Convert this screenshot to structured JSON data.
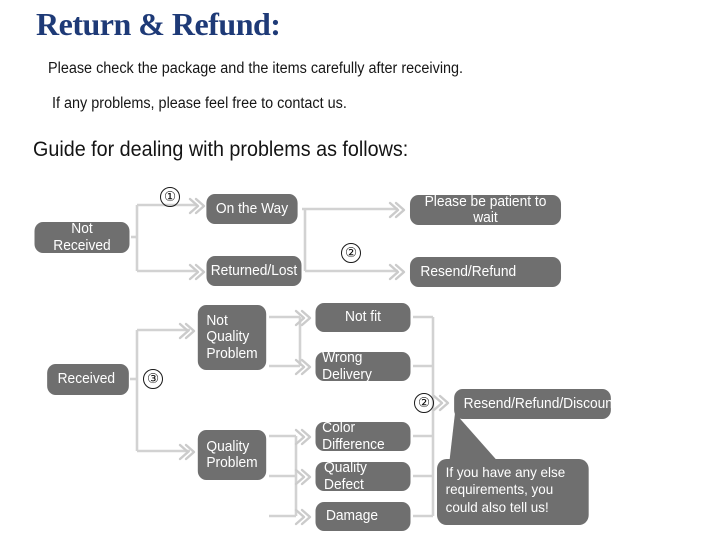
{
  "header": {
    "title": "Return & Refund:",
    "line1": "Please check the package and the items carefully after receiving.",
    "line2": "If any problems, please feel free to contact us.",
    "guide": "Guide for dealing with problems as follows:"
  },
  "colors": {
    "title": "#1e3a77",
    "node_fill": "#6f6f6f",
    "node_text": "#ffffff",
    "connector": "#d2d2d2",
    "body_text": "#161616",
    "background": "#ffffff"
  },
  "flow": {
    "nodes": {
      "not_received": "Not Received",
      "on_the_way": "On the Way",
      "returned_lost": "Returned/Lost",
      "please_wait": "Please be patient to wait",
      "resend_refund": "Resend/Refund",
      "received": "Received",
      "not_quality_problem": "Not\nQuality\nProblem",
      "quality_problem": "Quality\nProblem",
      "not_fit": "Not fit",
      "wrong_delivery": "Wrong Delivery",
      "color_difference": "Color Difference",
      "quality_defect": "Quality Defect",
      "damage": "Damage",
      "resend_refund_discount": "Resend/Refund/Discount"
    },
    "markers": {
      "one": "①",
      "two_top": "②",
      "three": "③",
      "two_bottom": "②"
    },
    "bubble": "If you have any else requirements, you could also tell us!"
  }
}
